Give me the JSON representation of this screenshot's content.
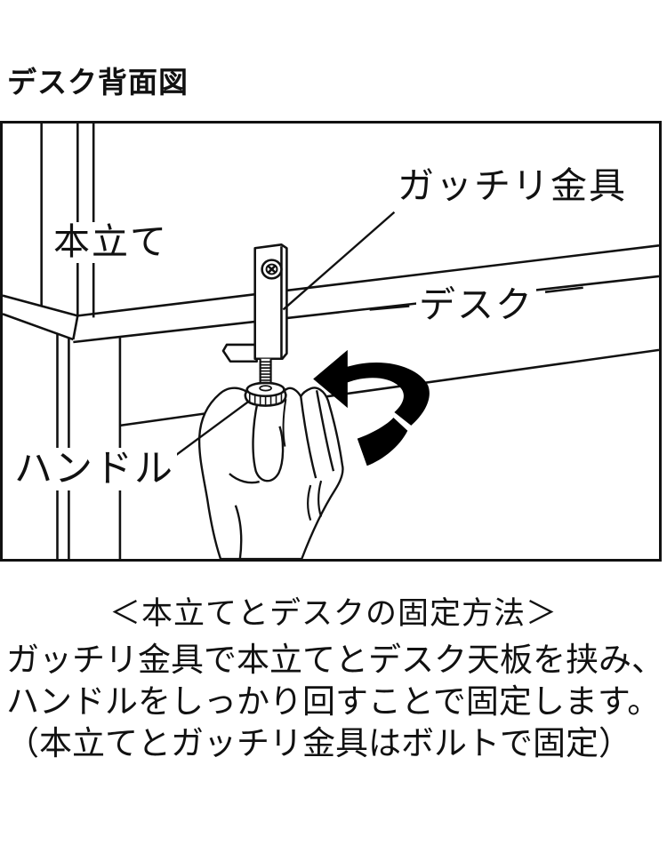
{
  "colors": {
    "ink": "#111111",
    "background": "#ffffff"
  },
  "title": "デスク背面図",
  "figure": {
    "labels": {
      "bookstand": "本立て",
      "bracket": "ガッチリ金具",
      "desk": "デスク",
      "handle": "ハンドル"
    }
  },
  "caption": "＜本立てとデスクの固定方法＞",
  "description": [
    "ガッチリ金具で本立てとデスク天板を挟み、",
    "ハンドルをしっかり回すことで固定します。",
    "（本立てとガッチリ金具はボルトで固定）"
  ]
}
